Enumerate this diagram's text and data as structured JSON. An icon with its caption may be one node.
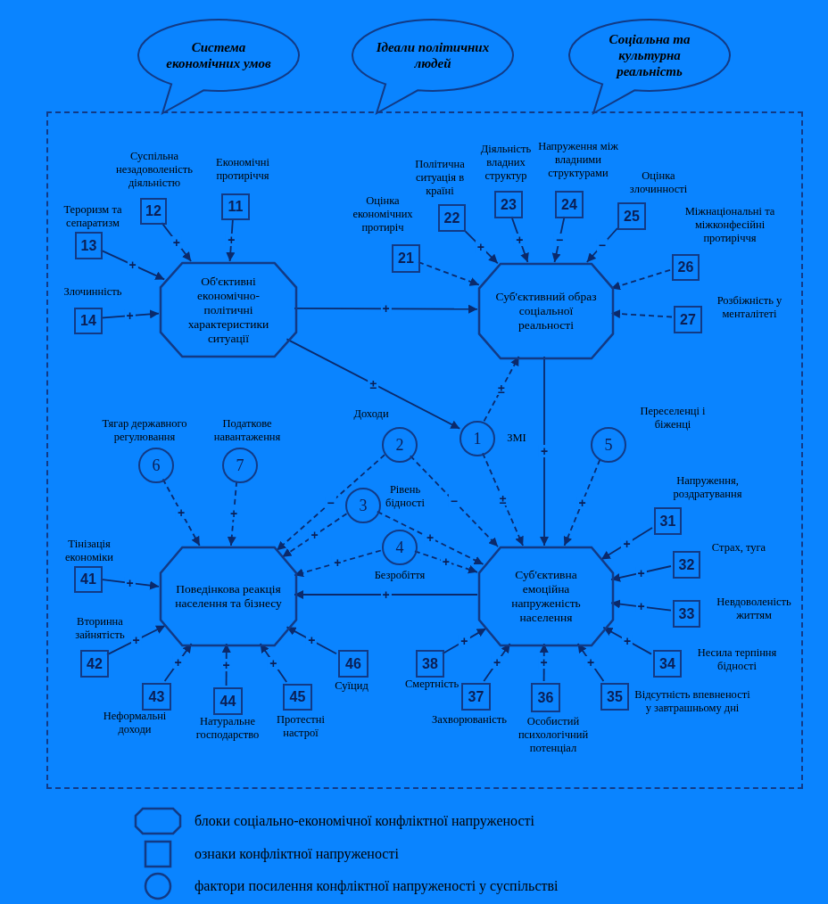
{
  "diagram": {
    "nodes": [
      {
        "text": [
          "Система економічних умов"
        ]
      },
      {
        "text": [
          "Ідеали політичних людей"
        ]
      },
      {
        "text": [
          "Соціальна та культурна реальність"
        ]
      },
      {
        "text": [],
        "shape": "box"
      },
      {
        "text": [
          "12"
        ],
        "beside": [
          "Суспільна незадоволеність діяльністю"
        ],
        "in": 3
      },
      {
        "text": [
          "11"
        ],
        "beside": [
          "Економічні протиріччя"
        ],
        "in": 3
      },
      {
        "text": [
          "13"
        ],
        "beside": [
          "Тероризм та сепаратизм"
        ],
        "in": 3
      },
      {
        "text": [
          "14"
        ],
        "beside": [
          "Злочинність"
        ],
        "in": 3
      },
      {
        "text": [
          "Об'єктивні економічно-політичні характеристики ситуації"
        ],
        "in": 3
      },
      {
        "text": [
          "22"
        ],
        "beside": [
          "Політична ситуація в країні"
        ],
        "in": 3
      },
      {
        "text": [
          "23"
        ],
        "beside": [
          "Діяльність владних структур"
        ],
        "in": 3
      },
      {
        "text": [
          "24"
        ],
        "beside": [
          "Напруження між владними структурами"
        ],
        "in": 3
      },
      {
        "text": [
          "25"
        ],
        "beside": [
          "Оцінка злочинності"
        ],
        "in": 3
      },
      {
        "text": [
          "21"
        ],
        "beside": [
          "Оцінка економічних протиріч"
        ],
        "in": 3
      },
      {
        "text": [
          "26"
        ],
        "beside": [
          "Міжнаціональні та міжконфесійні протиріччя"
        ],
        "in": 3
      },
      {
        "text": [
          "Суб'єктивний образ соціальної реальності"
        ],
        "in": 3
      },
      {
        "text": [
          "27"
        ],
        "beside": [
          "Розбіжність у менталітеті"
        ],
        "in": 3
      },
      {
        "text": [
          "2"
        ],
        "beside": [
          "Доходи"
        ],
        "in": 3
      },
      {
        "text": [
          "1"
        ],
        "beside": [
          "ЗМІ"
        ],
        "in": 3
      },
      {
        "text": [
          "5"
        ],
        "beside": [
          "Переселенці і біженці"
        ],
        "in": 3
      },
      {
        "text": [
          "6"
        ],
        "beside": [
          "Тягар державного регулювання"
        ],
        "in": 3
      },
      {
        "text": [
          "7"
        ],
        "beside": [
          "Податкове навантаження"
        ],
        "in": 3
      },
      {
        "text": [
          "3"
        ],
        "beside": [
          "Рівень бідності"
        ],
        "in": 3
      },
      {
        "text": [
          "4"
        ],
        "beside": [
          "Безробіття"
        ],
        "in": 3
      },
      {
        "text": [
          "31"
        ],
        "beside": [
          "Напруження, роздратування"
        ],
        "in": 3
      },
      {
        "text": [
          "41"
        ],
        "beside": [
          "Тінізація економіки"
        ],
        "in": 3
      },
      {
        "text": [
          "Поведінкова реакція населення та бізнесу"
        ],
        "in": 3
      },
      {
        "text": [
          "Суб'єктивна емоційна напруженість населення"
        ],
        "in": 3
      },
      {
        "text": [
          "32"
        ],
        "beside": [
          "Страх, туга"
        ],
        "in": 3
      },
      {
        "text": [
          "33"
        ],
        "beside": [
          "Невдоволеність життям"
        ],
        "in": 3
      },
      {
        "text": [
          "42"
        ],
        "beside": [
          "Вторинна зайнятість"
        ],
        "in": 3
      },
      {
        "text": [
          "34"
        ],
        "beside": [
          "Несила терпіння бідності"
        ],
        "in": 3
      },
      {
        "text": [
          "46"
        ],
        "beside": [
          "Суїцид"
        ],
        "in": 3
      },
      {
        "text": [
          "38"
        ],
        "beside": [
          "Смертність"
        ],
        "in": 3
      },
      {
        "text": [
          "43"
        ],
        "beside": [
          "Неформальні доходи"
        ],
        "in": 3
      },
      {
        "text": [
          "44"
        ],
        "beside": [
          "Натуральне господарство"
        ],
        "in": 3
      },
      {
        "text": [
          "45"
        ],
        "beside": [
          "Протестні настрої"
        ],
        "in": 3
      },
      {
        "text": [
          "37"
        ],
        "beside": [
          "Захворюваність"
        ],
        "in": 3
      },
      {
        "text": [
          "36"
        ],
        "beside": [
          "Особистий психологічний потенціал"
        ],
        "in": 3
      },
      {
        "text": [
          "35"
        ],
        "beside": [
          "Відсутність впевненості у завтрашньому дні"
        ],
        "in": 3
      }
    ],
    "edges": [
      {
        "from": 6,
        "to": 8,
        "arrow": "to",
        "label": "+"
      },
      {
        "from": 4,
        "to": 8,
        "arrow": "to",
        "label": "+"
      },
      {
        "from": 5,
        "to": 8,
        "arrow": "to",
        "label": "+"
      },
      {
        "from": 7,
        "to": 8,
        "arrow": "to",
        "label": "+"
      },
      {
        "from": 13,
        "to": 15,
        "arrow": "to",
        "style": "dashed"
      },
      {
        "from": 9,
        "to": 15,
        "arrow": "to",
        "label": "+"
      },
      {
        "from": 10,
        "to": 15,
        "arrow": "to",
        "label": "+"
      },
      {
        "from": 11,
        "to": 15,
        "arrow": "to",
        "label": "−"
      },
      {
        "from": 12,
        "to": 15,
        "arrow": "to",
        "label": "−"
      },
      {
        "from": 14,
        "to": 15,
        "arrow": "to",
        "style": "dashed"
      },
      {
        "from": 16,
        "to": 15,
        "arrow": "to",
        "style": "dashed"
      },
      {
        "from": 8,
        "to": 15,
        "arrow": "to",
        "label": "+"
      },
      {
        "from": 8,
        "to": 18,
        "arrow": "to",
        "label": "±"
      },
      {
        "from": 18,
        "to": 15,
        "arrow": "to",
        "label": "±",
        "style": "dashed"
      },
      {
        "from": 15,
        "to": 27,
        "arrow": "to",
        "label": "+"
      },
      {
        "from": 18,
        "to": 27,
        "arrow": "to",
        "label": "±",
        "style": "dashed"
      },
      {
        "from": 17,
        "to": 26,
        "arrow": "to",
        "label": "−",
        "style": "dashed"
      },
      {
        "from": 17,
        "to": 27,
        "arrow": "to",
        "label": "−",
        "style": "dashed"
      },
      {
        "from": 19,
        "to": 27,
        "arrow": "to",
        "label": "+",
        "style": "dashed"
      },
      {
        "from": 20,
        "to": 26,
        "arrow": "to",
        "label": "+",
        "style": "dashed"
      },
      {
        "from": 21,
        "to": 26,
        "arrow": "to",
        "label": "+",
        "style": "dashed"
      },
      {
        "from": 22,
        "to": 26,
        "arrow": "to",
        "label": "+",
        "style": "dashed"
      },
      {
        "from": 22,
        "to": 27,
        "arrow": "to",
        "label": "+",
        "style": "dashed"
      },
      {
        "from": 23,
        "to": 26,
        "arrow": "to",
        "label": "+",
        "style": "dashed"
      },
      {
        "from": 23,
        "to": 27,
        "arrow": "to",
        "label": "+",
        "style": "dashed"
      },
      {
        "from": 27,
        "to": 26,
        "arrow": "to",
        "label": "+"
      },
      {
        "from": 24,
        "to": 27,
        "arrow": "to",
        "label": "+"
      },
      {
        "from": 28,
        "to": 27,
        "arrow": "to",
        "label": "+"
      },
      {
        "from": 29,
        "to": 27,
        "arrow": "to",
        "label": "+"
      },
      {
        "from": 31,
        "to": 27,
        "arrow": "to",
        "label": "+"
      },
      {
        "from": 39,
        "to": 27,
        "arrow": "to",
        "label": "+"
      },
      {
        "from": 38,
        "to": 27,
        "arrow": "to",
        "label": "+"
      },
      {
        "from": 37,
        "to": 27,
        "arrow": "to",
        "label": "+"
      },
      {
        "from": 33,
        "to": 27,
        "arrow": "to",
        "label": "+"
      },
      {
        "from": 25,
        "to": 26,
        "arrow": "to",
        "label": "+"
      },
      {
        "from": 30,
        "to": 26,
        "arrow": "to",
        "label": "+"
      },
      {
        "from": 34,
        "to": 26,
        "arrow": "to",
        "label": "+"
      },
      {
        "from": 35,
        "to": 26,
        "arrow": "to",
        "label": "+"
      },
      {
        "from": 36,
        "to": 26,
        "arrow": "to",
        "label": "+"
      },
      {
        "from": 32,
        "to": 26,
        "arrow": "to",
        "label": "+"
      }
    ],
    "legend": [
      {
        "text": "блоки соціально-економічної конфліктної напруженості"
      },
      {
        "text": "ознаки конфліктної напруженості"
      },
      {
        "text": "фактори посилення конфліктної напруженості у суспільстві"
      }
    ]
  }
}
